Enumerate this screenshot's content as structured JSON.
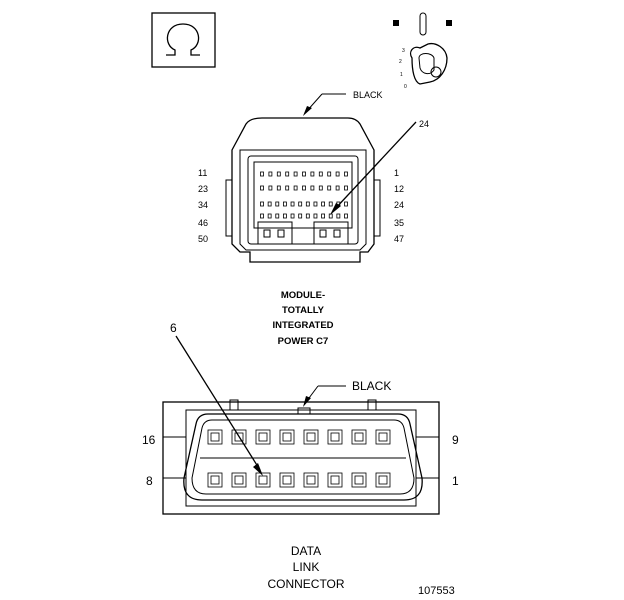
{
  "top_connector": {
    "wire_color": "BLACK",
    "callout_pin": "24",
    "left_pins": [
      "11",
      "23",
      "34",
      "46",
      "50"
    ],
    "right_pins": [
      "1",
      "12",
      "24",
      "35",
      "47"
    ],
    "caption": [
      "MODULE-",
      "TOTALLY",
      "INTEGRATED",
      "POWER C7"
    ]
  },
  "bottom_connector": {
    "wire_color": "BLACK",
    "callout_pin": "6",
    "left_pins": [
      "16",
      "8"
    ],
    "right_pins": [
      "9",
      "1"
    ],
    "caption": [
      "DATA",
      "LINK",
      "CONNECTOR"
    ]
  },
  "figure_id": "107553",
  "icons": [
    "omega-symbol-icon",
    "ignition-key-icon"
  ]
}
